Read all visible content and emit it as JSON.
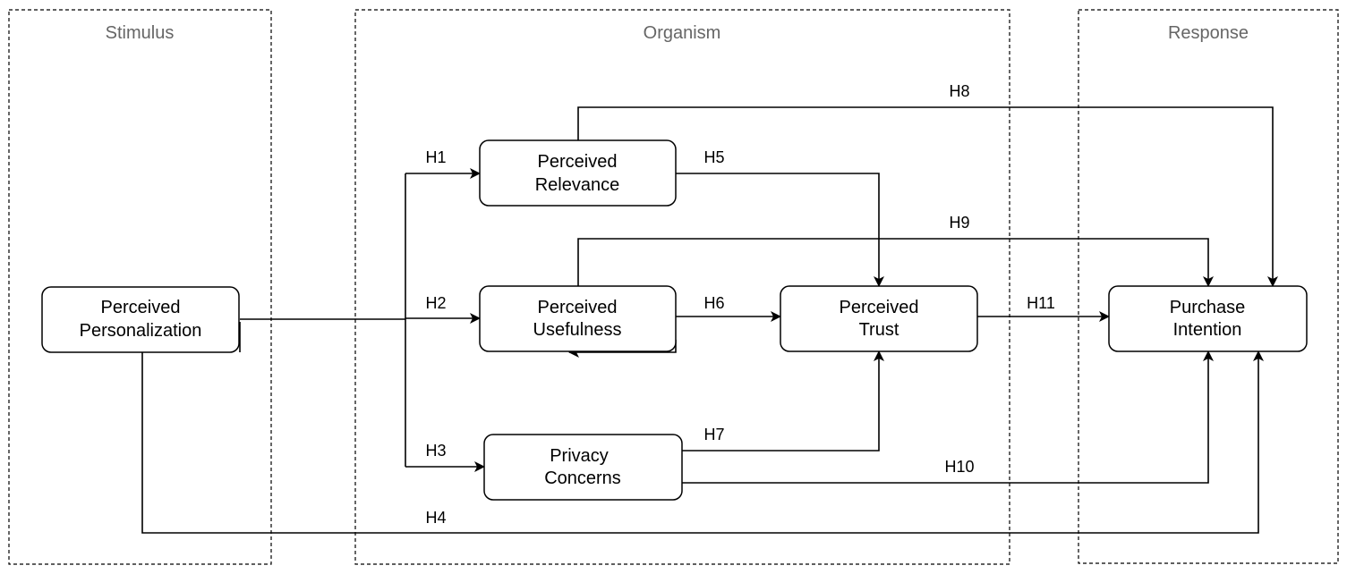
{
  "groups": {
    "stimulus": "Stimulus",
    "organism": "Organism",
    "response": "Response"
  },
  "nodes": {
    "personalization": {
      "line1": "Perceived",
      "line2": "Personalization"
    },
    "relevance": {
      "line1": "Perceived",
      "line2": "Relevance"
    },
    "usefulness": {
      "line1": "Perceived",
      "line2": "Usefulness"
    },
    "privacy": {
      "line1": "Privacy",
      "line2": "Concerns"
    },
    "trust": {
      "line1": "Perceived",
      "line2": "Trust"
    },
    "intention": {
      "line1": "Purchase",
      "line2": "Intention"
    }
  },
  "hypotheses": {
    "h1": "H1",
    "h2": "H2",
    "h3": "H3",
    "h4": "H4",
    "h5": "H5",
    "h6": "H6",
    "h7": "H7",
    "h8": "H8",
    "h9": "H9",
    "h10": "H10",
    "h11": "H11"
  }
}
